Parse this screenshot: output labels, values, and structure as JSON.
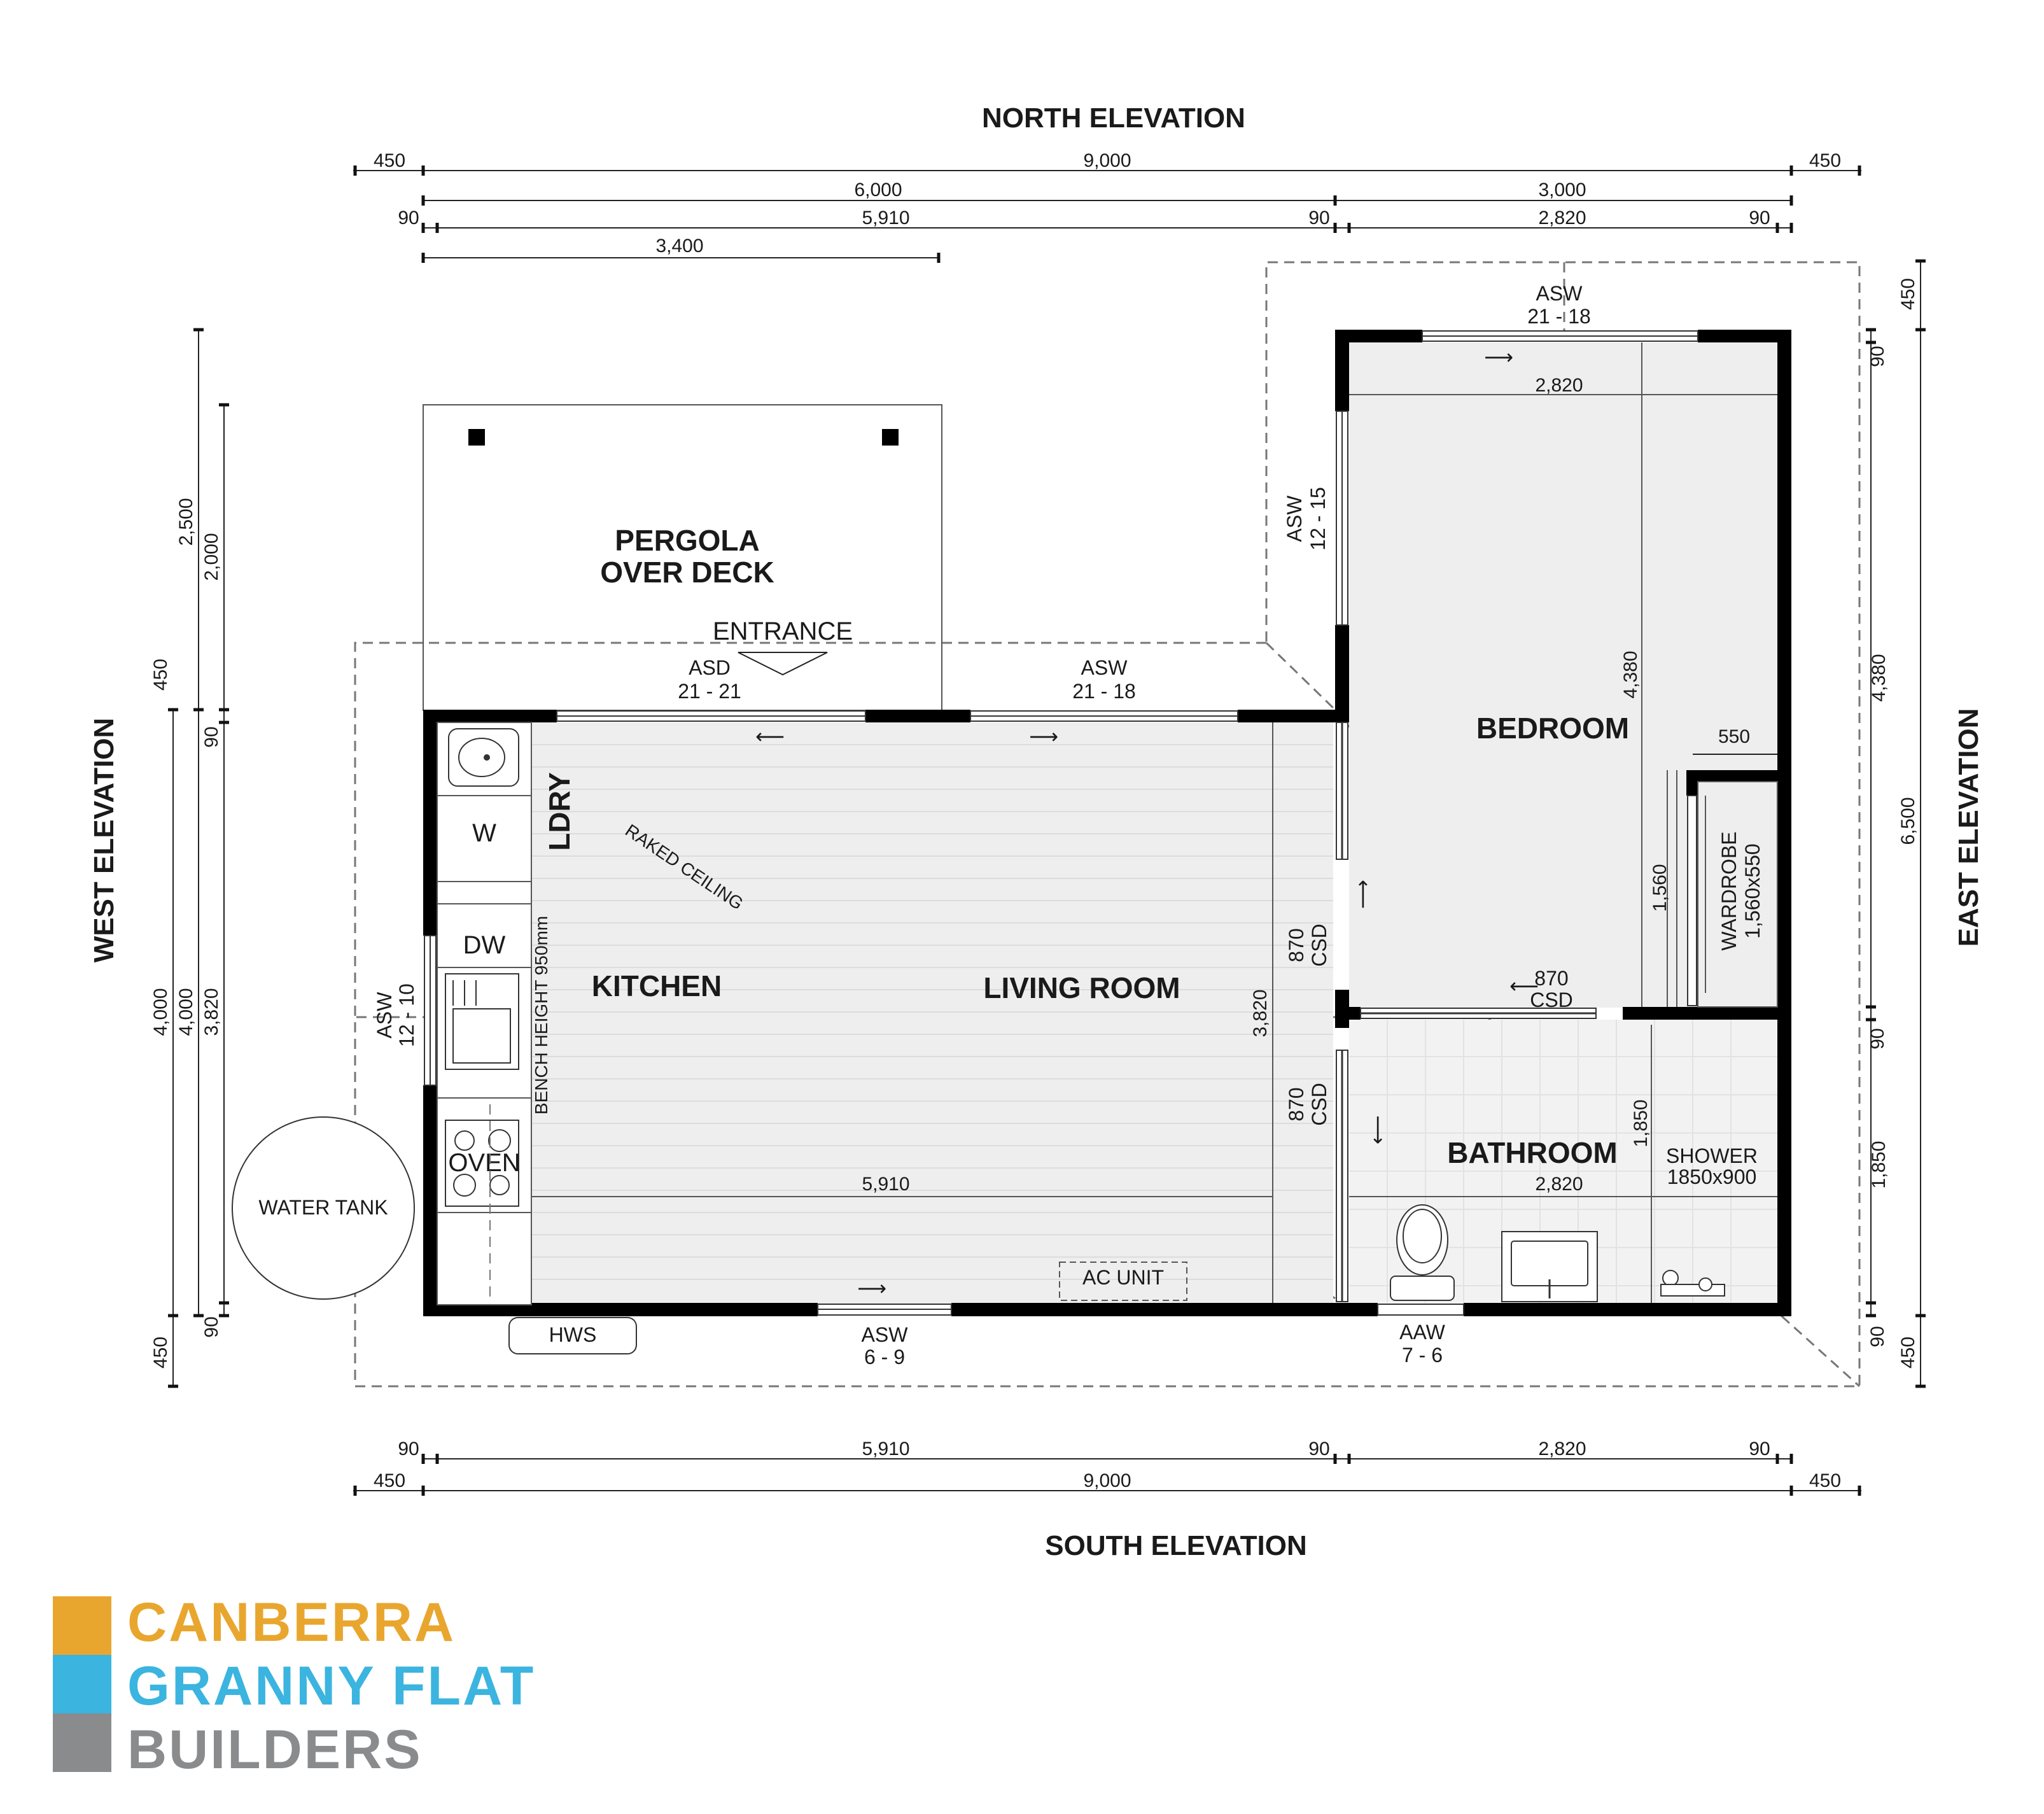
{
  "elevations": {
    "north": "NORTH ELEVATION",
    "south": "SOUTH ELEVATION",
    "west": "WEST ELEVATION",
    "east": "EAST ELEVATION"
  },
  "rooms": {
    "pergola_line1": "PERGOLA",
    "pergola_line2": "OVER DECK",
    "entrance": "ENTRANCE",
    "kitchen": "KITCHEN",
    "living": "LIVING ROOM",
    "bedroom": "BEDROOM",
    "bathroom": "BATHROOM",
    "ldry": "LDRY",
    "raked_ceiling": "RAKED CEILING",
    "bench_height": "BENCH HEIGHT 950mm"
  },
  "fixtures": {
    "water_tank": "WATER TANK",
    "hws": "HWS",
    "ac_unit": "AC UNIT",
    "washer": "W",
    "dishwasher": "DW",
    "oven": "OVEN",
    "shower_line1": "SHOWER",
    "shower_line2": "1850x900",
    "wardrobe_line1": "WARDROBE",
    "wardrobe_line2": "1,560x550"
  },
  "openings": {
    "asd_entrance": {
      "type": "ASD",
      "code": "21 - 21"
    },
    "asw_living_north": {
      "type": "ASW",
      "code": "21 - 18"
    },
    "asw_bed_north": {
      "type": "ASW",
      "code": "21 - 18"
    },
    "asw_bed_west": {
      "type": "ASW",
      "code": "12 - 15"
    },
    "asw_west_wall": {
      "type": "ASW",
      "code": "12 - 10"
    },
    "asw_south": {
      "type": "ASW",
      "code": "6 - 9"
    },
    "aaw_south": {
      "type": "AAW",
      "code": "7 - 6"
    },
    "csd_bed": {
      "size": "870",
      "type": "CSD"
    },
    "csd_bath": {
      "size": "870",
      "type": "CSD"
    },
    "csd_ward": {
      "size": "870",
      "type": "CSD"
    }
  },
  "dimensions": {
    "top_total": [
      "450",
      "9,000",
      "450"
    ],
    "top_split": [
      "6,000",
      "3,000"
    ],
    "top_inner": [
      "90",
      "5,910",
      "90",
      "2,820",
      "90"
    ],
    "top_pergola": "3,400",
    "bottom_inner": [
      "90",
      "5,910",
      "90",
      "2,820",
      "90"
    ],
    "bottom_total": [
      "450",
      "9,000",
      "450"
    ],
    "west_outer": [
      "2,500",
      "450",
      "4,000",
      "450"
    ],
    "west_inner": [
      "2,000",
      "90",
      "4,000",
      "90"
    ],
    "west_room": "3,820",
    "east_outer": [
      "450",
      "4,380",
      "6,500",
      "1,850",
      "450"
    ],
    "east_inner": [
      "90",
      "90",
      "90"
    ],
    "bedroom_width": "2,820",
    "bedroom_depth": "4,380",
    "wardrobe_offset": "550",
    "wardrobe_height": "1,560",
    "living_width": "5,910",
    "living_depth": "3,820",
    "bath_width": "2,820",
    "bath_depth": "1,850"
  },
  "logo": {
    "line1": "CANBERRA",
    "line2": "GRANNY FLAT",
    "line3": "BUILDERS",
    "colors": [
      "#e9a62e",
      "#3bb4e0",
      "#8a8b8d"
    ]
  }
}
